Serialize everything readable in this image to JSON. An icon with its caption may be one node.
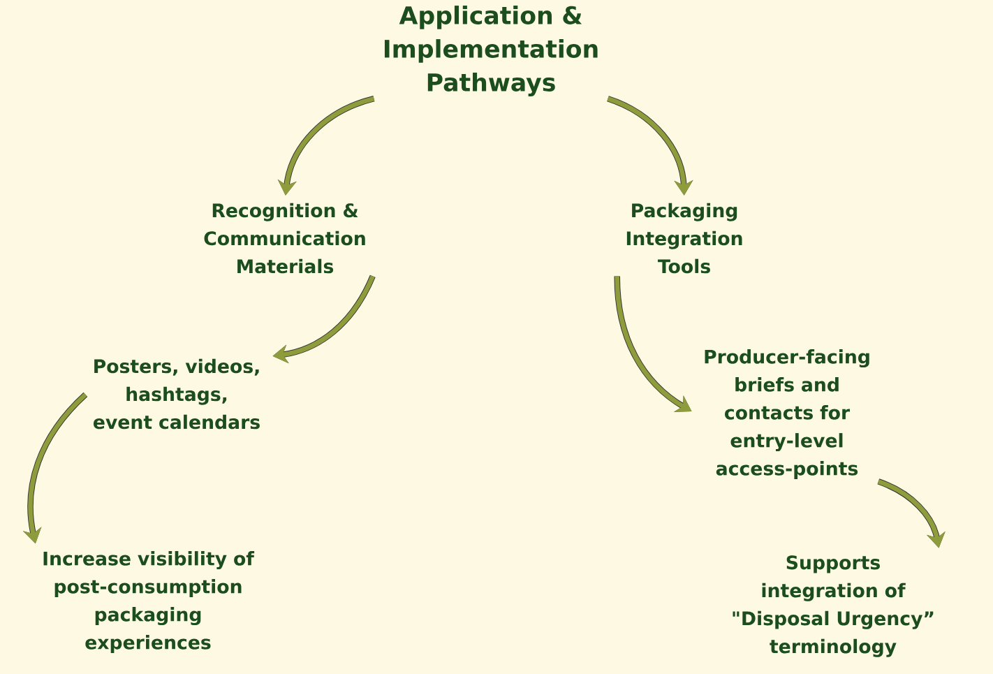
{
  "diagram": {
    "nodes": [
      {
        "text": [
          "Application & Implementation Pathways"
        ]
      },
      {
        "text": [
          "Recognition & Communication Materials"
        ]
      },
      {
        "text": [
          "Packaging Integration Tools"
        ]
      },
      {
        "text": [
          "Posters, videos, hashtags, event calendars"
        ]
      },
      {
        "text": [
          "Producer-facing briefs and contacts for entry-level access-points"
        ]
      },
      {
        "text": [
          "Increase visibility of post-consumption packaging experiences"
        ]
      },
      {
        "text": [
          "Supports integration of \"Disposal Urgency” terminology"
        ]
      }
    ],
    "edges": [
      {
        "from": 0,
        "to": 1,
        "arrow": "to"
      },
      {
        "from": 0,
        "to": 2,
        "arrow": "to"
      },
      {
        "from": 1,
        "to": 3,
        "arrow": "to"
      },
      {
        "from": 2,
        "to": 4,
        "arrow": "to"
      },
      {
        "from": 3,
        "to": 5,
        "arrow": "to"
      },
      {
        "from": 4,
        "to": 6,
        "arrow": "to"
      }
    ]
  }
}
